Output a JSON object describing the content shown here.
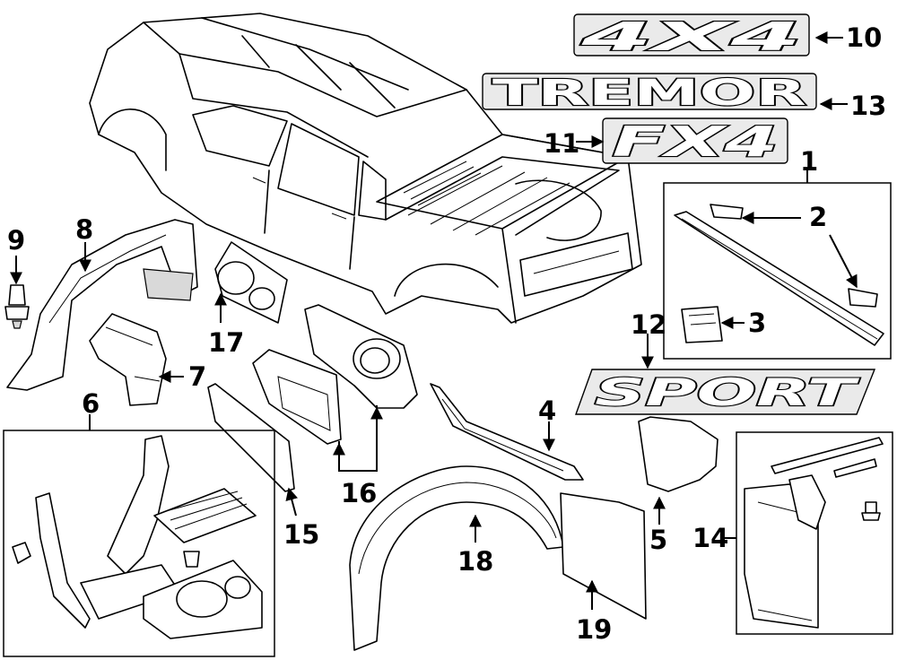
{
  "callouts": {
    "c1": "1",
    "c2": "2",
    "c3": "3",
    "c4": "4",
    "c5": "5",
    "c6": "6",
    "c7": "7",
    "c8": "8",
    "c9": "9",
    "c10": "10",
    "c11": "11",
    "c12": "12",
    "c13": "13",
    "c14": "14",
    "c15": "15",
    "c16": "16",
    "c17": "17",
    "c18": "18",
    "c19": "19"
  },
  "badges": {
    "four_by_four": "4X4",
    "tremor": "TREMOR",
    "fx4": "FX4",
    "sport": "SPORT"
  }
}
